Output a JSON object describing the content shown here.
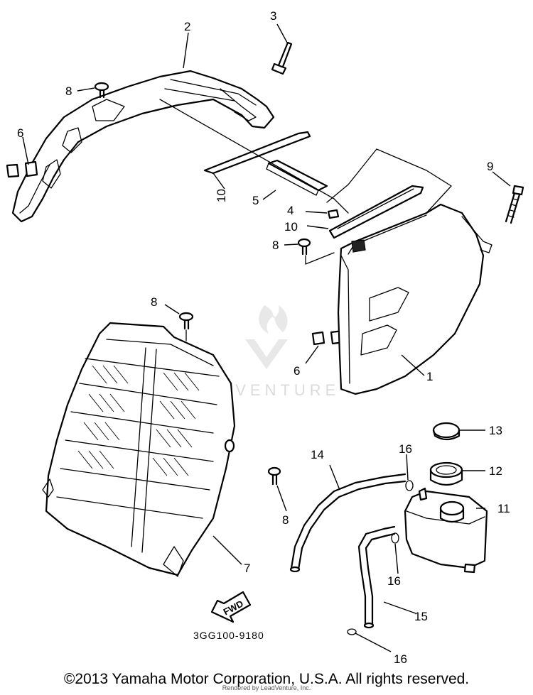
{
  "diagram": {
    "callouts": {
      "c1": "1",
      "c2": "2",
      "c3": "3",
      "c4": "4",
      "c5": "5",
      "c6a": "6",
      "c6b": "6",
      "c7": "7",
      "c8a": "8",
      "c8b": "8",
      "c8c": "8",
      "c8d": "8",
      "c9": "9",
      "c10a": "10",
      "c10b": "10",
      "c11": "11",
      "c12": "12",
      "c13": "13",
      "c14": "14",
      "c15": "15",
      "c16a": "16",
      "c16b": "16",
      "c16c": "16"
    },
    "fwd_label": "FWD",
    "reference_code": "3GG100-9180",
    "watermark": "EADVENTURE"
  },
  "footer": {
    "copyright": "©2013 Yamaha Motor Corporation, U.S.A. All rights reserved.",
    "rendered_by": "Rendered by LeadVenture, Inc."
  }
}
